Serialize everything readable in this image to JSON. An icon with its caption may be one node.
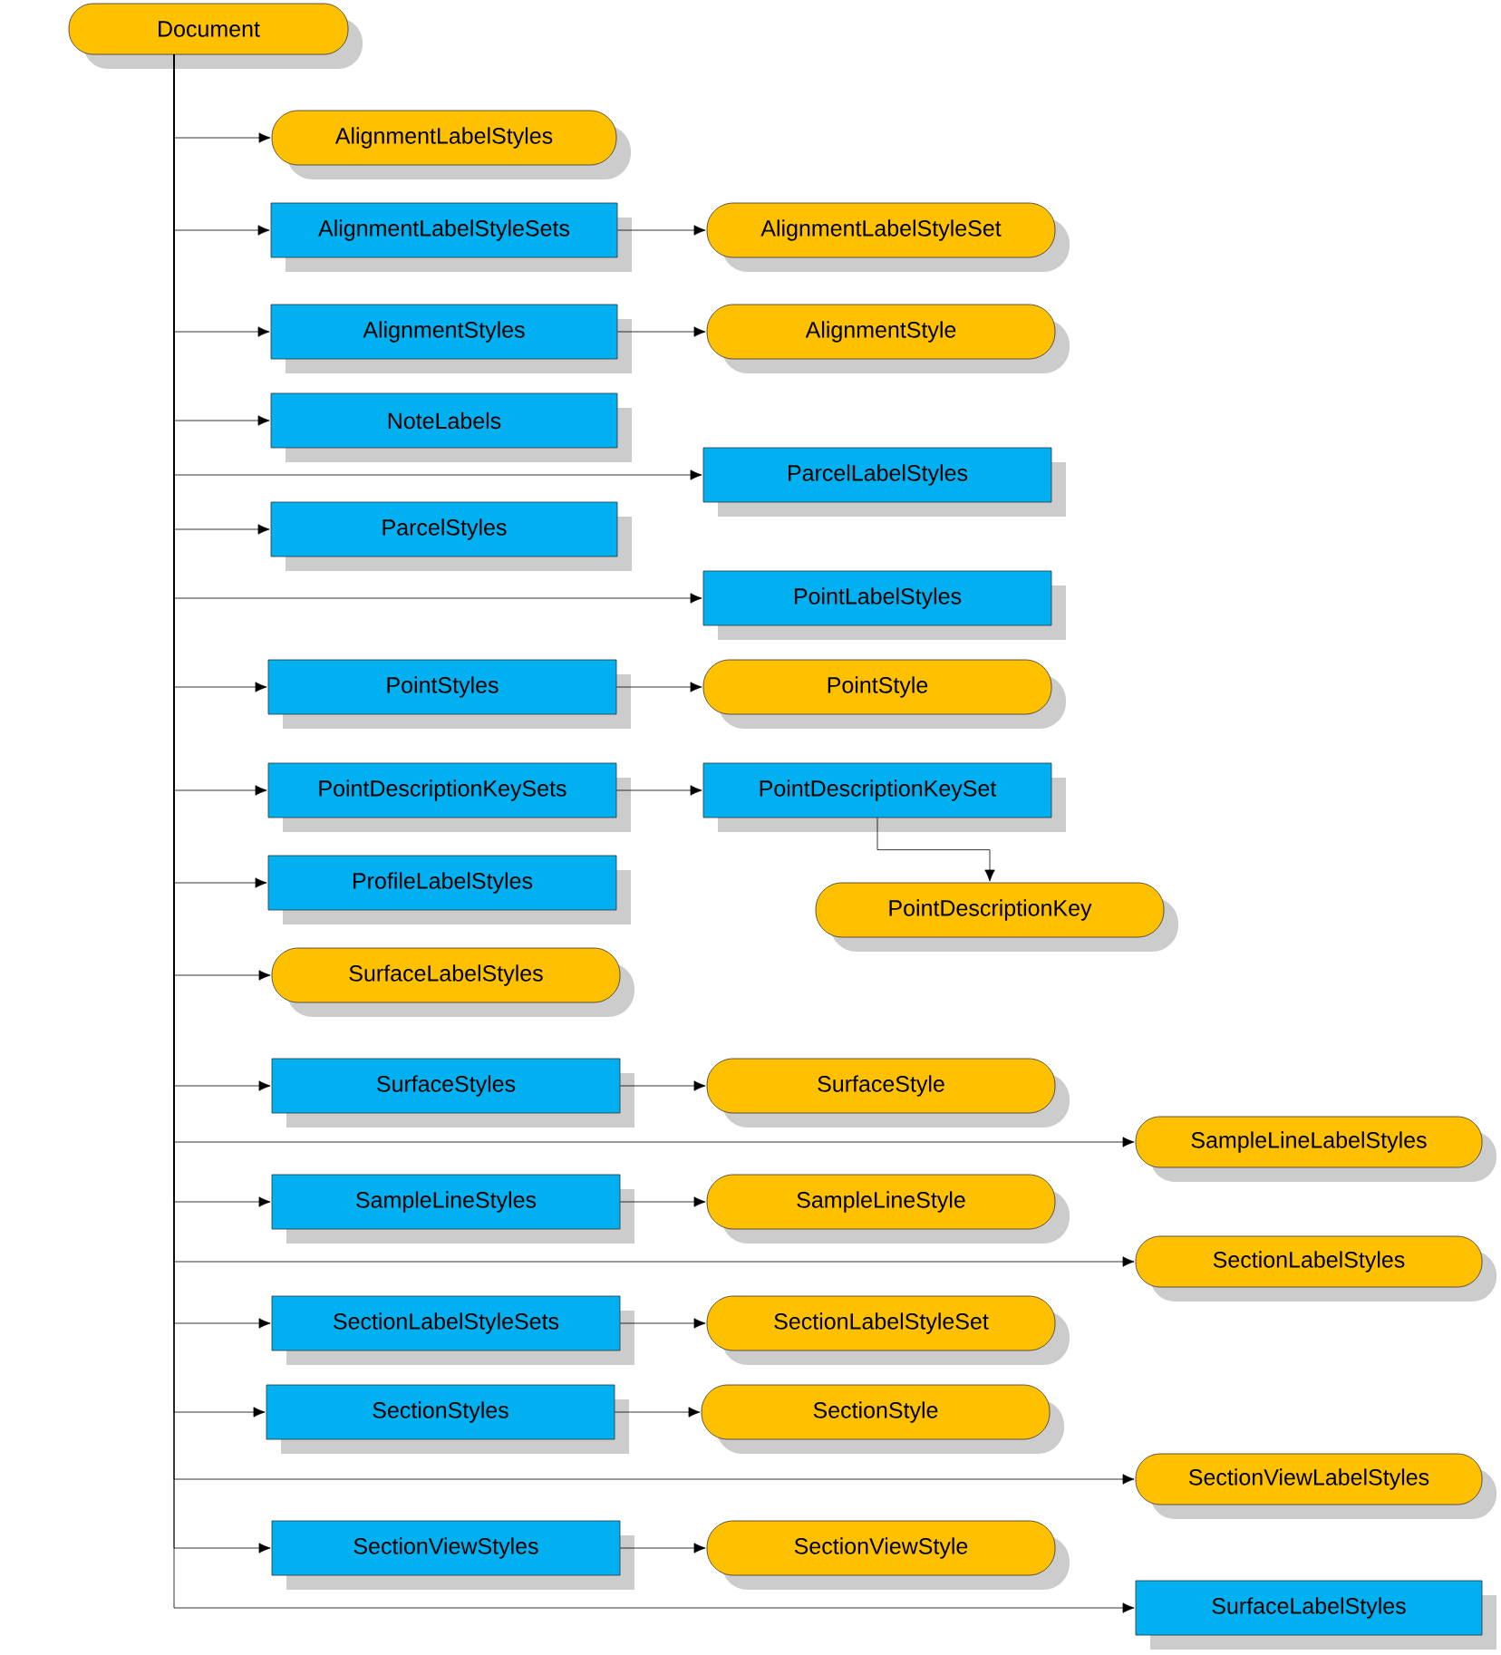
{
  "diagram": {
    "nodes": [
      {
        "text": [
          "Document"
        ]
      },
      {
        "text": [
          "AlignmentLabelStyles"
        ]
      },
      {
        "text": [
          "AlignmentLabelStyleSets"
        ]
      },
      {
        "text": [
          "AlignmentLabelStyleSet"
        ]
      },
      {
        "text": [
          "AlignmentStyles"
        ]
      },
      {
        "text": [
          "AlignmentStyle"
        ]
      },
      {
        "text": [
          "NoteLabels"
        ]
      },
      {
        "text": [
          "ParcelLabelStyles"
        ]
      },
      {
        "text": [
          "ParcelStyles"
        ]
      },
      {
        "text": [
          "PointLabelStyles"
        ]
      },
      {
        "text": [
          "PointStyles"
        ]
      },
      {
        "text": [
          "PointStyle"
        ]
      },
      {
        "text": [
          "PointDescriptionKeySets"
        ]
      },
      {
        "text": [
          "PointDescriptionKeySet"
        ]
      },
      {
        "text": [
          "PointDescriptionKey"
        ]
      },
      {
        "text": [
          "ProfileLabelStyles"
        ]
      },
      {
        "text": [
          "SurfaceLabelStyles"
        ]
      },
      {
        "text": [
          "SurfaceStyles"
        ]
      },
      {
        "text": [
          "SurfaceStyle"
        ]
      },
      {
        "text": [
          "SampleLineLabelStyles"
        ]
      },
      {
        "text": [
          "SampleLineStyles"
        ]
      },
      {
        "text": [
          "SampleLineStyle"
        ]
      },
      {
        "text": [
          "SectionLabelStyles"
        ]
      },
      {
        "text": [
          "SectionLabelStyleSets"
        ]
      },
      {
        "text": [
          "SectionLabelStyleSet"
        ]
      },
      {
        "text": [
          "SectionStyles"
        ]
      },
      {
        "text": [
          "SectionStyle"
        ]
      },
      {
        "text": [
          "SectionViewLabelStyles"
        ]
      },
      {
        "text": [
          "SectionViewStyles"
        ]
      },
      {
        "text": [
          "SectionViewStyle"
        ]
      },
      {
        "text": [
          "SurfaceLabelStyles"
        ]
      }
    ],
    "edges": [
      {
        "from": 0,
        "to": 1,
        "arrow": "to"
      },
      {
        "from": 0,
        "to": 2,
        "arrow": "to"
      },
      {
        "from": 2,
        "to": 3,
        "arrow": "to"
      },
      {
        "from": 0,
        "to": 4,
        "arrow": "to"
      },
      {
        "from": 4,
        "to": 5,
        "arrow": "to"
      },
      {
        "from": 0,
        "to": 6,
        "arrow": "to"
      },
      {
        "from": 0,
        "to": 7,
        "arrow": "to"
      },
      {
        "from": 0,
        "to": 8,
        "arrow": "to"
      },
      {
        "from": 0,
        "to": 9,
        "arrow": "to"
      },
      {
        "from": 0,
        "to": 10,
        "arrow": "to"
      },
      {
        "from": 10,
        "to": 11,
        "arrow": "to"
      },
      {
        "from": 0,
        "to": 12,
        "arrow": "to"
      },
      {
        "from": 12,
        "to": 13,
        "arrow": "to"
      },
      {
        "from": 13,
        "to": 14,
        "arrow": "to"
      },
      {
        "from": 0,
        "to": 15,
        "arrow": "to"
      },
      {
        "from": 0,
        "to": 16,
        "arrow": "to"
      },
      {
        "from": 0,
        "to": 17,
        "arrow": "to"
      },
      {
        "from": 17,
        "to": 18,
        "arrow": "to"
      },
      {
        "from": 0,
        "to": 19,
        "arrow": "to"
      },
      {
        "from": 0,
        "to": 20,
        "arrow": "to"
      },
      {
        "from": 20,
        "to": 21,
        "arrow": "to"
      },
      {
        "from": 0,
        "to": 22,
        "arrow": "to"
      },
      {
        "from": 0,
        "to": 23,
        "arrow": "to"
      },
      {
        "from": 23,
        "to": 24,
        "arrow": "to"
      },
      {
        "from": 0,
        "to": 25,
        "arrow": "to"
      },
      {
        "from": 25,
        "to": 26,
        "arrow": "to"
      },
      {
        "from": 0,
        "to": 27,
        "arrow": "to"
      },
      {
        "from": 0,
        "to": 28,
        "arrow": "to"
      },
      {
        "from": 28,
        "to": 29,
        "arrow": "to"
      },
      {
        "from": 0,
        "to": 30,
        "arrow": "to"
      }
    ]
  }
}
